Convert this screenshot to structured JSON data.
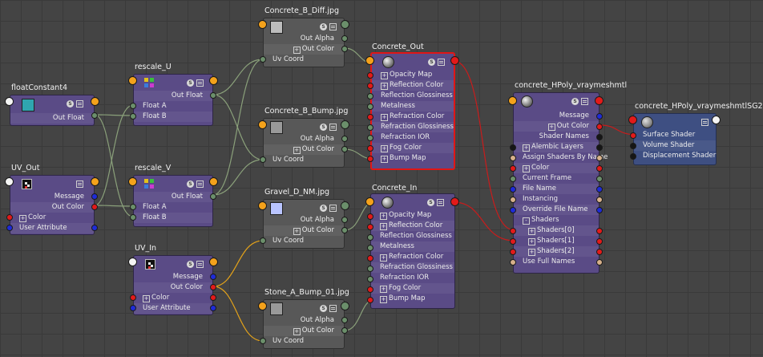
{
  "nodes": {
    "float_constant4": {
      "title": "floatConstant4",
      "out_float": "Out Float",
      "swatch_color": "#2fa6b0"
    },
    "rescale_u": {
      "title": "rescale_U",
      "out_float": "Out Float",
      "float_a": "Float A",
      "float_b": "Float B"
    },
    "rescale_v": {
      "title": "rescale_V",
      "out_float": "Out Float",
      "float_a": "Float A",
      "float_b": "Float B"
    },
    "uv_out": {
      "title": "UV_Out",
      "message": "Message",
      "out_color": "Out Color",
      "color": "Color",
      "user_attribute": "User Attribute"
    },
    "uv_in": {
      "title": "UV_In",
      "message": "Message",
      "out_color": "Out Color",
      "color": "Color",
      "user_attribute": "User Attribute"
    },
    "concrete_b_diff": {
      "title": "Concrete_B_Diff.jpg",
      "out_alpha": "Out Alpha",
      "out_color": "Out Color",
      "uv_coord": "Uv Coord",
      "swatch_color": "#bdbdbd"
    },
    "concrete_b_bump": {
      "title": "Concrete_B_Bump.jpg",
      "out_alpha": "Out Alpha",
      "out_color": "Out Color",
      "uv_coord": "Uv Coord",
      "swatch_color": "#9a9a9a"
    },
    "gravel_d_nm": {
      "title": "Gravel_D_NM.jpg",
      "out_alpha": "Out Alpha",
      "out_color": "Out Color",
      "uv_coord": "Uv Coord",
      "swatch_color": "#b9c4ff"
    },
    "stone_a_bump": {
      "title": "Stone_A_Bump_01.jpg",
      "out_alpha": "Out Alpha",
      "out_color": "Out Color",
      "uv_coord": "Uv Coord",
      "swatch_color": "#9a9a9a"
    },
    "concrete_out": {
      "title": "Concrete_Out",
      "attrs": [
        "Opacity Map",
        "Reflection Color",
        "Reflection Glossiness",
        "Metalness",
        "Refraction Color",
        "Refraction Glossiness",
        "Refraction IOR",
        "Fog Color",
        "Bump Map"
      ]
    },
    "concrete_in": {
      "title": "Concrete_In",
      "attrs": [
        "Opacity Map",
        "Reflection Color",
        "Reflection Glossiness",
        "Metalness",
        "Refraction Color",
        "Refraction Glossiness",
        "Refraction IOR",
        "Fog Color",
        "Bump Map"
      ]
    },
    "mesh_mtl": {
      "title": "concrete_HPoly_vraymeshmtl",
      "attrs": [
        "Message",
        "Out Color",
        "Shader Names",
        "Alembic Layers",
        "Assign Shaders By Name",
        "Color",
        "Current Frame",
        "File Name",
        "Instancing",
        "Override File Name",
        "Shaders",
        "Shaders[0]",
        "Shaders[1]",
        "Shaders[2]",
        "Use Full Names"
      ]
    },
    "sg2": {
      "title": "concrete_HPoly_vraymeshmtlSG2",
      "attrs": [
        "Surface Shader",
        "Volume Shader",
        "Displacement Shader"
      ]
    }
  },
  "colors": {
    "wire_green": "#8aa07a",
    "wire_red": "#c81c1c",
    "wire_orange": "#e3a21a",
    "selected_border": "#e01616"
  }
}
